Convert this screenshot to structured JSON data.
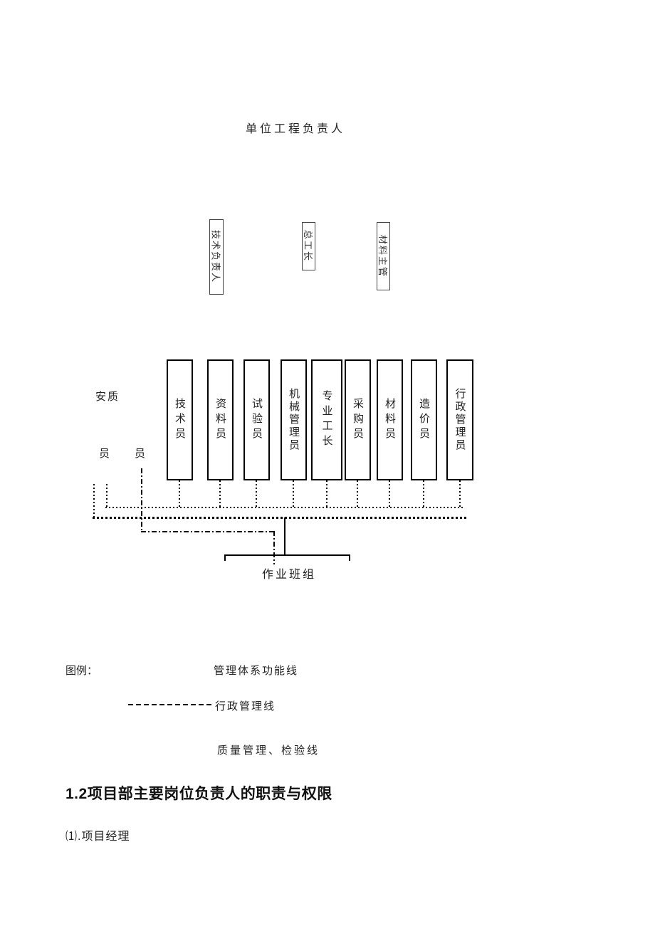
{
  "doc": {
    "org_chart": {
      "top_title": "单位工程负责人",
      "mid_boxes": [
        {
          "label": "技术负责人"
        },
        {
          "label": "总工长"
        },
        {
          "label": "材料主管"
        }
      ],
      "left_group": {
        "line1": "安质",
        "line2a": "员",
        "line2b": "员"
      },
      "staff": [
        "技术员",
        "资料员",
        "试验员",
        "机械管理员",
        "专业工长",
        "采购员",
        "材料员",
        "造价员",
        "行政管理员"
      ],
      "bottom_box": "作业班组"
    },
    "legend": {
      "label": "图例：",
      "items": [
        {
          "text": "管理体系功能线"
        },
        {
          "text": "行政管理线"
        },
        {
          "text": "质量管理、检验线"
        }
      ]
    },
    "heading": "1.2项目部主要岗位负责人的职责与权限",
    "paragraph": "⑴.项目经理"
  }
}
